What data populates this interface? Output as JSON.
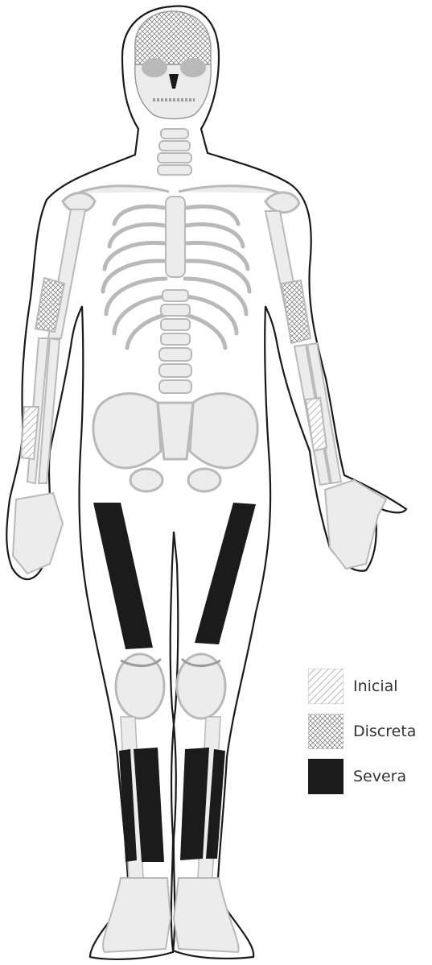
{
  "legend": {
    "items": [
      {
        "label": "Inicial",
        "pattern": "diagonal-hatch"
      },
      {
        "label": "Discreta",
        "pattern": "crosshatch"
      },
      {
        "label": "Severa",
        "pattern": "solid"
      }
    ]
  },
  "colors": {
    "outline": "#1a1a1a",
    "bone_light": "#ececec",
    "bone_mid": "#b9b9b9",
    "bone_dark": "#9a9a9a",
    "severe": "#1b1b1b",
    "hatch": "#8c8c8c"
  }
}
